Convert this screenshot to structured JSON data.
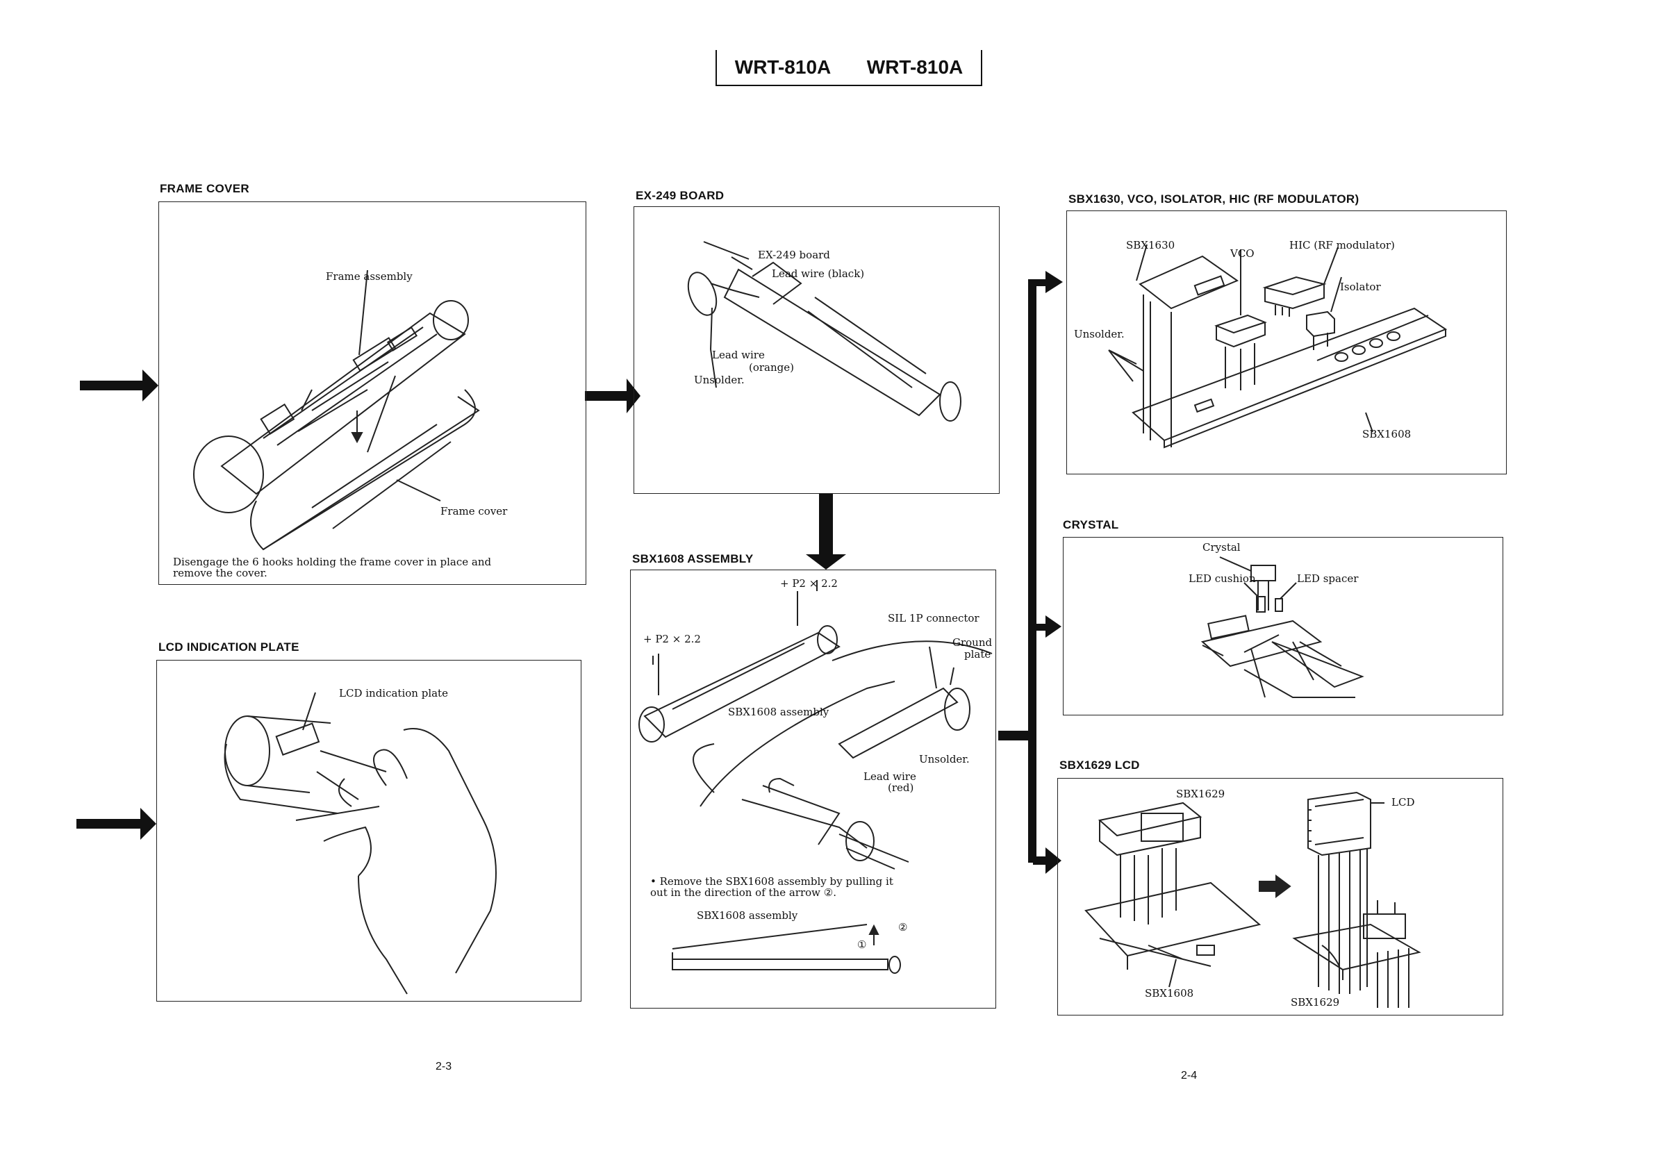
{
  "header": {
    "model_left": "WRT-810A",
    "model_right": "WRT-810A"
  },
  "sections": {
    "frame_cover": {
      "title": "FRAME COVER",
      "labels": {
        "frame_assembly": "Frame assembly",
        "frame_cover": "Frame cover"
      },
      "note_line1": "Disengage the 6 hooks holding the frame cover in place and",
      "note_line2": "remove the cover."
    },
    "lcd_plate": {
      "title": "LCD INDICATION PLATE",
      "labels": {
        "lcd_indication_plate": "LCD indication plate"
      }
    },
    "ex249": {
      "title": "EX-249 BOARD",
      "labels": {
        "board": "EX-249 board",
        "lead_black": "Lead wire (black)",
        "lead_orange_1": "Lead wire",
        "lead_orange_2": "(orange)",
        "unsolder": "Unsolder."
      }
    },
    "sbx1608": {
      "title": "SBX1608 ASSEMBLY",
      "labels": {
        "screw_top": "+ P2 × 2.2",
        "screw_left": "+ P2 × 2.2",
        "sil_connector": "SIL 1P connector",
        "ground_1": "Ground",
        "ground_2": "plate",
        "assembly": "SBX1608 assembly",
        "unsolder": "Unsolder.",
        "lead_red_1": "Lead wire",
        "lead_red_2": "(red)",
        "assembly_bottom": "SBX1608 assembly",
        "arrow1": "①",
        "arrow2": "②"
      },
      "note_line1": "• Remove the SBX1608 assembly by pulling it",
      "note_line2": "out in the direction of the arrow ②."
    },
    "sbx1630": {
      "title": "SBX1630, VCO, ISOLATOR, HIC (RF MODULATOR)",
      "labels": {
        "sbx1630": "SBX1630",
        "vco": "VCO",
        "hic": "HIC (RF modulator)",
        "isolator": "Isolator",
        "unsolder": "Unsolder.",
        "sbx1608": "SBX1608"
      }
    },
    "crystal": {
      "title": "CRYSTAL",
      "labels": {
        "crystal": "Crystal",
        "led_cushion": "LED cushion",
        "led_spacer": "LED spacer"
      }
    },
    "sbx1629": {
      "title": "SBX1629 LCD",
      "labels": {
        "sbx1629_top": "SBX1629",
        "lcd": "LCD",
        "sbx1608": "SBX1608",
        "sbx1629_bottom": "SBX1629"
      }
    }
  },
  "pages": {
    "left": "2-3",
    "right": "2-4"
  }
}
